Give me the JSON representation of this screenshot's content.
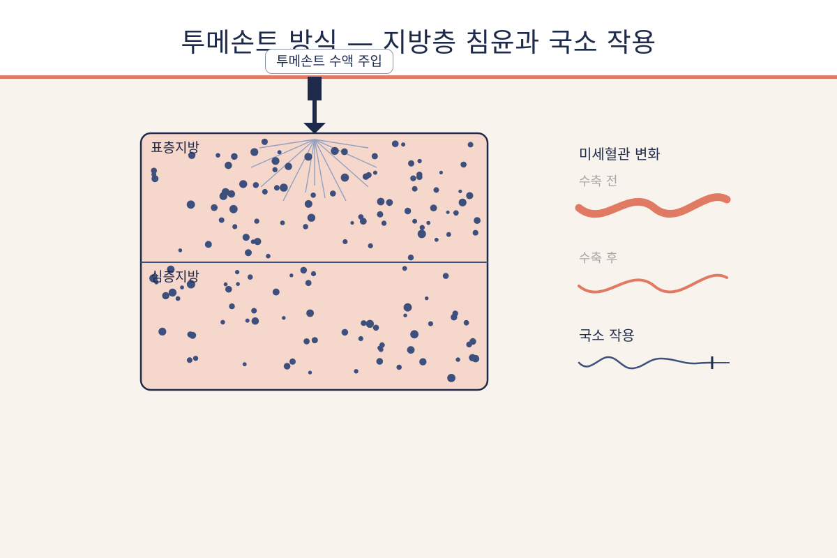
{
  "title": "투메손트 방식 — 지방층 침윤과 국소 작용",
  "injection": {
    "label": "투메손트 수액 주입"
  },
  "tissue": {
    "surface_label": "표층지방",
    "deep_label": "심층지방"
  },
  "legend": {
    "title": "미세혈관 변화",
    "before_label": "수축 전",
    "after_label": "수축 후",
    "local_label": "국소 작용"
  },
  "colors": {
    "accent": "#e07a62",
    "navy": "#1e2a4a",
    "tissue_fill": "#f6d7cc",
    "fat_cell": "#3d4f7c",
    "background": "#f8f3ec"
  }
}
